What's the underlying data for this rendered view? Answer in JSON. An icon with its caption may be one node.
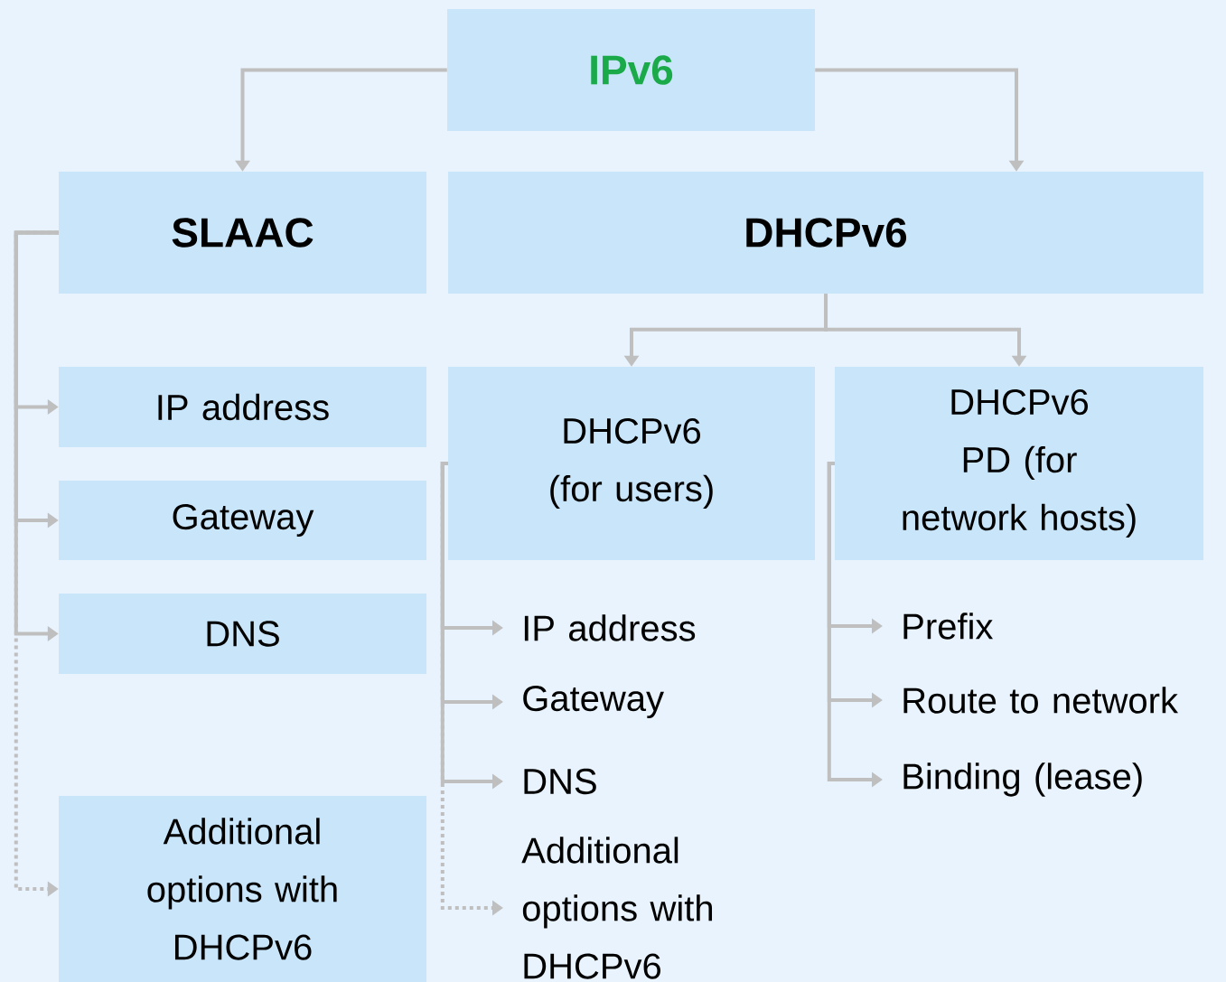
{
  "diagram": {
    "nodes": [
      {
        "text": [
          "IPv6"
        ]
      },
      {
        "text": [
          "SLAAC"
        ]
      },
      {
        "text": [
          "DHCPv6"
        ]
      },
      {
        "text": [
          "IP address"
        ]
      },
      {
        "text": [
          "Gateway"
        ]
      },
      {
        "text": [
          "DNS"
        ]
      },
      {
        "text": [
          "Additional options with DHCPv6"
        ]
      },
      {
        "text": [
          "DHCPv6 (for users)"
        ]
      },
      {
        "text": [
          "DHCPv6 PD (for network hosts)"
        ]
      },
      {
        "text": [
          "IP address"
        ]
      },
      {
        "text": [
          "Gateway"
        ]
      },
      {
        "text": [
          "DNS"
        ]
      },
      {
        "text": [
          "Additional options with DHCPv6"
        ]
      },
      {
        "text": [
          "Prefix"
        ]
      },
      {
        "text": [
          "Route to network"
        ]
      },
      {
        "text": [
          "Binding (lease)"
        ]
      }
    ],
    "edges": [
      {
        "from": 0,
        "to": 1,
        "arrow": "to"
      },
      {
        "from": 0,
        "to": 2,
        "arrow": "to"
      },
      {
        "from": 1,
        "to": 6,
        "arrow": "to",
        "style": "dashed"
      },
      {
        "from": 1,
        "to": 3,
        "arrow": "to"
      },
      {
        "from": 1,
        "to": 4,
        "arrow": "to"
      },
      {
        "from": 1,
        "to": 5,
        "arrow": "to"
      },
      {
        "from": 2,
        "to": 7,
        "arrow": "to"
      },
      {
        "from": 2,
        "to": 8,
        "arrow": "to"
      },
      {
        "from": 7,
        "to": 12,
        "arrow": "to",
        "style": "dashed"
      },
      {
        "from": 7,
        "to": 9,
        "arrow": "to"
      },
      {
        "from": 7,
        "to": 10,
        "arrow": "to"
      },
      {
        "from": 7,
        "to": 11,
        "arrow": "to"
      },
      {
        "from": 8,
        "to": 13,
        "arrow": "to"
      },
      {
        "from": 8,
        "to": 14,
        "arrow": "to"
      },
      {
        "from": 8,
        "to": 15,
        "arrow": "to"
      }
    ]
  }
}
